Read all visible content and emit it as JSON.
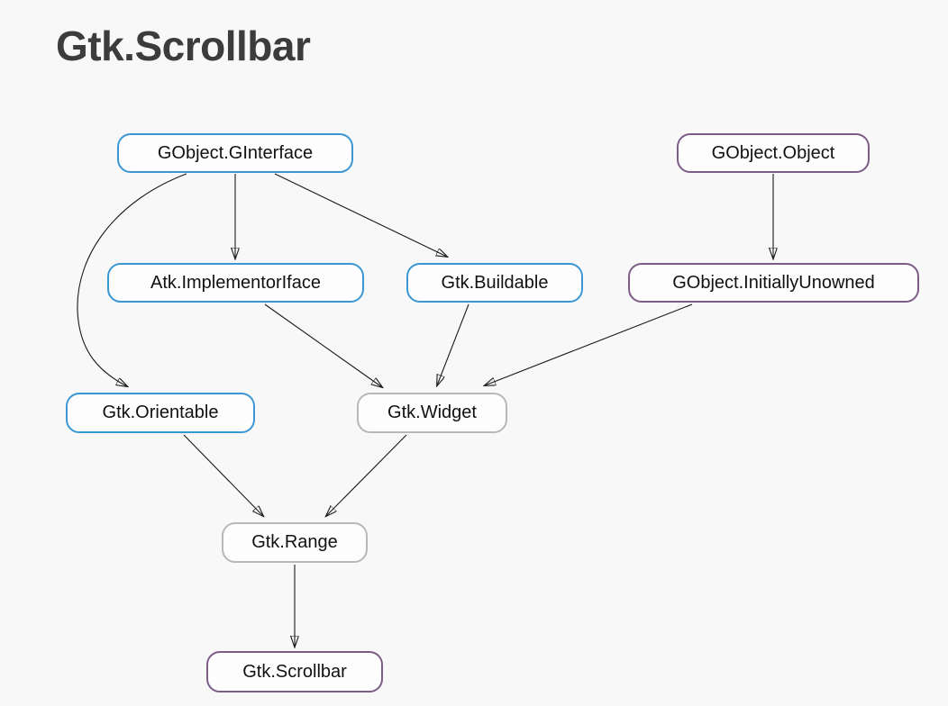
{
  "page": {
    "title": "Gtk.Scrollbar",
    "background_color": "#f8f8f8"
  },
  "diagram": {
    "type": "inheritance-graph",
    "colors": {
      "interface_border": "#3b97d3",
      "gobject_border": "#7d5c87",
      "widget_border": "#b8b8b8",
      "edge": "#1a1a1a",
      "node_fill": "#fdfdfd"
    },
    "nodes": [
      {
        "id": "gobject-ginterface",
        "label": "GObject.GInterface",
        "border_color": "#3b97d3"
      },
      {
        "id": "gobject-object",
        "label": "GObject.Object",
        "border_color": "#7d5c87"
      },
      {
        "id": "atk-implementoriface",
        "label": "Atk.ImplementorIface",
        "border_color": "#3b97d3"
      },
      {
        "id": "gtk-buildable",
        "label": "Gtk.Buildable",
        "border_color": "#3b97d3"
      },
      {
        "id": "gobject-initiallyunowned",
        "label": "GObject.InitiallyUnowned",
        "border_color": "#7d5c87"
      },
      {
        "id": "gtk-orientable",
        "label": "Gtk.Orientable",
        "border_color": "#3b97d3"
      },
      {
        "id": "gtk-widget",
        "label": "Gtk.Widget",
        "border_color": "#b8b8b8"
      },
      {
        "id": "gtk-range",
        "label": "Gtk.Range",
        "border_color": "#b8b8b8"
      },
      {
        "id": "gtk-scrollbar",
        "label": "Gtk.Scrollbar",
        "border_color": "#7d5c87"
      }
    ],
    "edges": [
      {
        "from": "GObject.GInterface",
        "to": "Atk.ImplementorIface"
      },
      {
        "from": "GObject.GInterface",
        "to": "Gtk.Buildable"
      },
      {
        "from": "GObject.GInterface",
        "to": "Gtk.Orientable"
      },
      {
        "from": "GObject.Object",
        "to": "GObject.InitiallyUnowned"
      },
      {
        "from": "Atk.ImplementorIface",
        "to": "Gtk.Widget"
      },
      {
        "from": "Gtk.Buildable",
        "to": "Gtk.Widget"
      },
      {
        "from": "GObject.InitiallyUnowned",
        "to": "Gtk.Widget"
      },
      {
        "from": "Gtk.Orientable",
        "to": "Gtk.Range"
      },
      {
        "from": "Gtk.Widget",
        "to": "Gtk.Range"
      },
      {
        "from": "Gtk.Range",
        "to": "Gtk.Scrollbar"
      }
    ]
  }
}
